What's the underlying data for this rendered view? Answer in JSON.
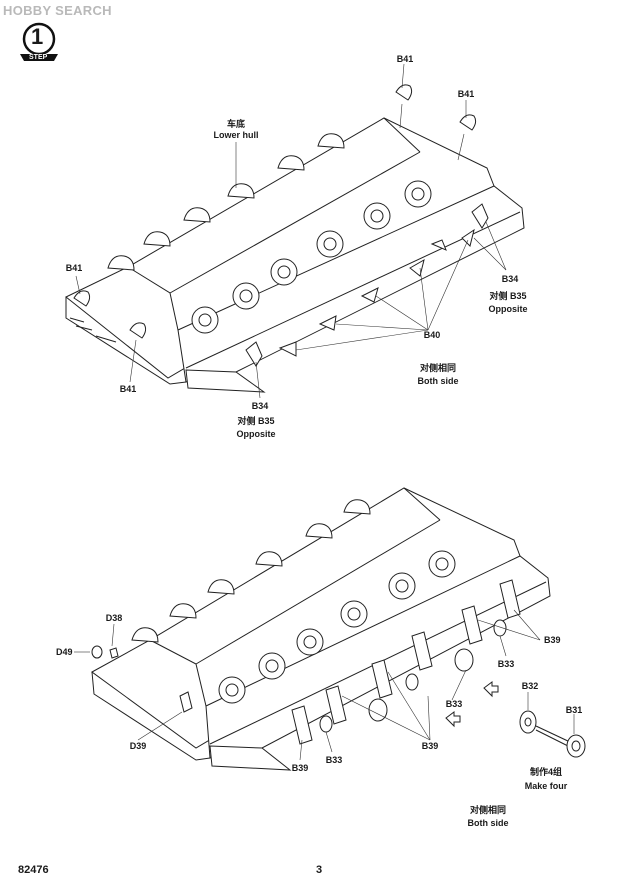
{
  "watermark": "HOBBY SEARCH",
  "step": {
    "number": "1",
    "word": "STEP"
  },
  "diagram1": {
    "lower_hull_cn": "车底",
    "lower_hull_en": "Lower hull",
    "b41": "B41",
    "b34": "B34",
    "b35_opposite_cn": "对侧 B35",
    "opposite": "Opposite",
    "b40": "B40",
    "both_side_cn": "对侧相同",
    "both_side_en": "Both side"
  },
  "diagram2": {
    "d38": "D38",
    "d49": "D49",
    "d39": "D39",
    "b39": "B39",
    "b33": "B33",
    "b32": "B32",
    "b31": "B31",
    "make_four_cn": "制作4组",
    "make_four_en": "Make four",
    "both_side_cn": "对侧相同",
    "both_side_en": "Both side"
  },
  "footer": {
    "code": "82476",
    "page": "3"
  }
}
